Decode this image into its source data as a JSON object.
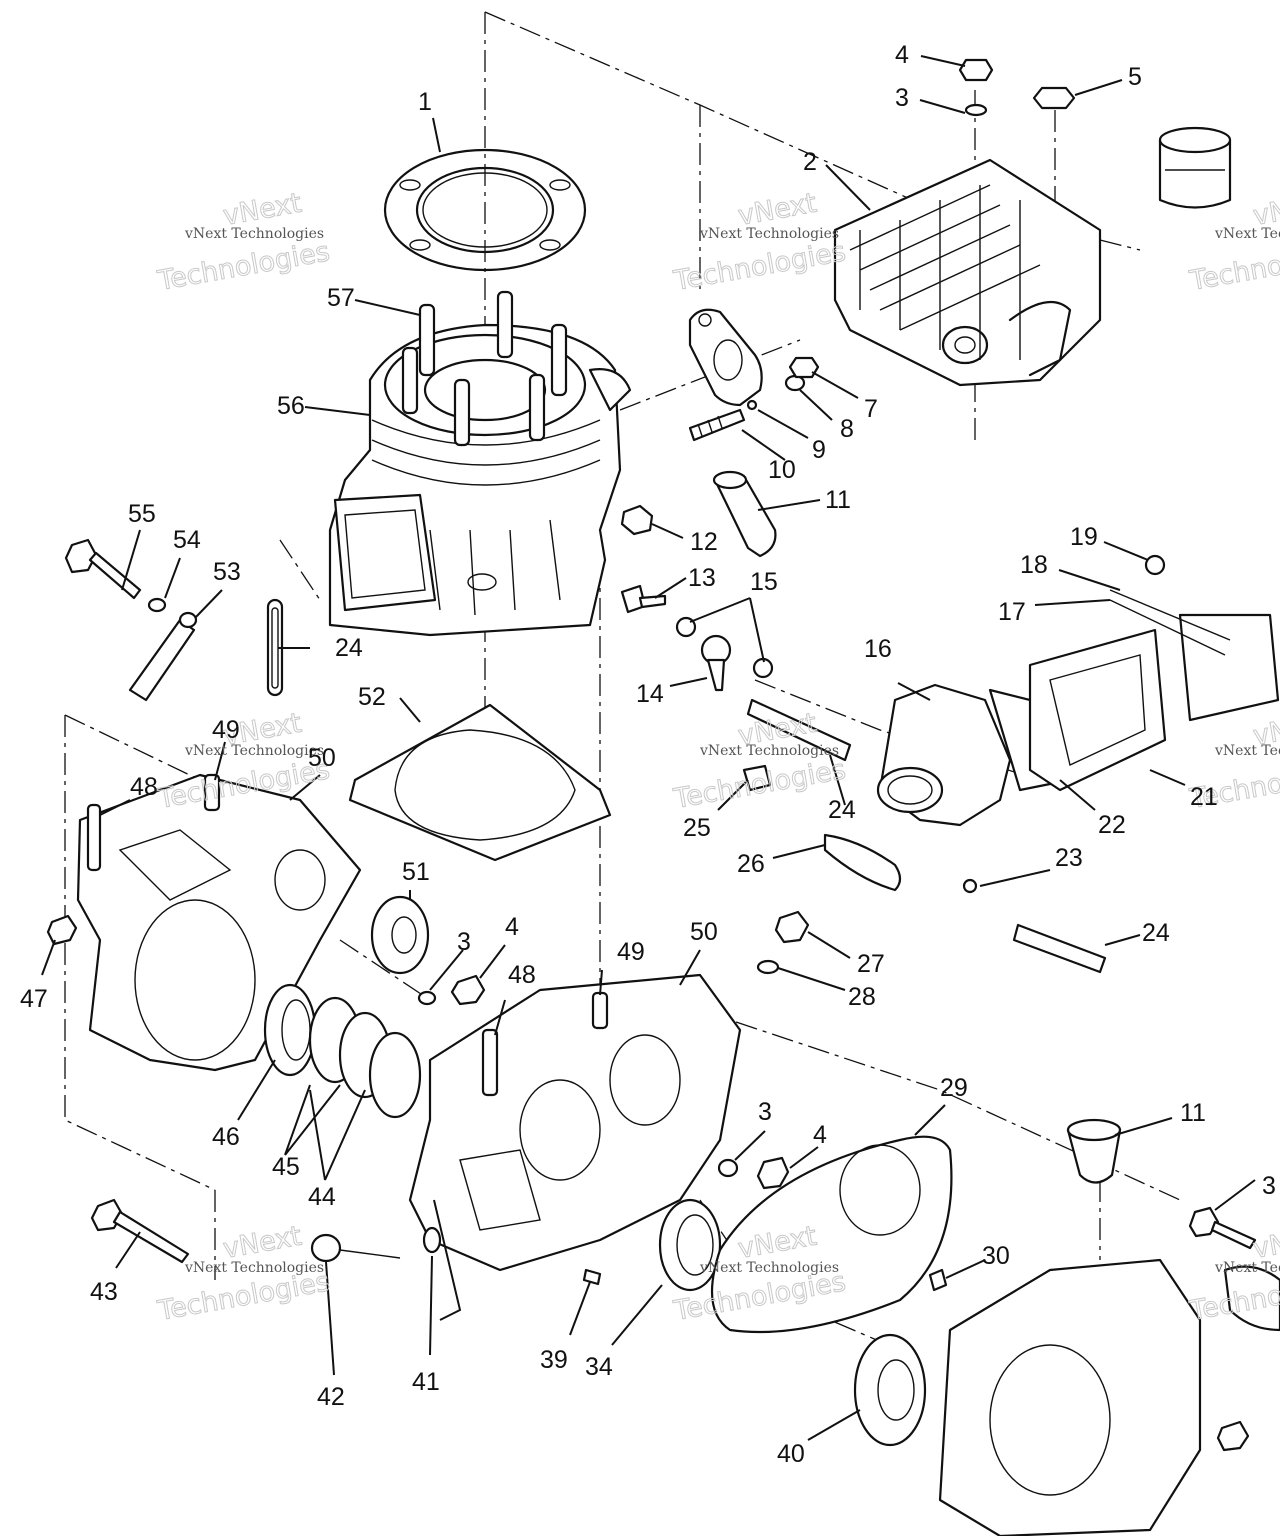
{
  "diagram": {
    "callouts": [
      {
        "id": "c1",
        "text": "1"
      },
      {
        "id": "c2",
        "text": "2"
      },
      {
        "id": "c3a",
        "text": "3"
      },
      {
        "id": "c4a",
        "text": "4"
      },
      {
        "id": "c5",
        "text": "5"
      },
      {
        "id": "c7",
        "text": "7"
      },
      {
        "id": "c8",
        "text": "8"
      },
      {
        "id": "c9",
        "text": "9"
      },
      {
        "id": "c10",
        "text": "10"
      },
      {
        "id": "c11a",
        "text": "11"
      },
      {
        "id": "c12",
        "text": "12"
      },
      {
        "id": "c13",
        "text": "13"
      },
      {
        "id": "c15",
        "text": "15"
      },
      {
        "id": "c14",
        "text": "14"
      },
      {
        "id": "c16",
        "text": "16"
      },
      {
        "id": "c19",
        "text": "19"
      },
      {
        "id": "c18",
        "text": "18"
      },
      {
        "id": "c17",
        "text": "17"
      },
      {
        "id": "c21",
        "text": "21"
      },
      {
        "id": "c22",
        "text": "22"
      },
      {
        "id": "c23",
        "text": "23"
      },
      {
        "id": "c24a",
        "text": "24"
      },
      {
        "id": "c24b",
        "text": "24"
      },
      {
        "id": "c24c",
        "text": "24"
      },
      {
        "id": "c25",
        "text": "25"
      },
      {
        "id": "c26",
        "text": "26"
      },
      {
        "id": "c27",
        "text": "27"
      },
      {
        "id": "c28",
        "text": "28"
      },
      {
        "id": "c29",
        "text": "29"
      },
      {
        "id": "c11b",
        "text": "11"
      },
      {
        "id": "c30",
        "text": "30"
      },
      {
        "id": "c3c",
        "text": "3"
      },
      {
        "id": "c4c",
        "text": "4"
      },
      {
        "id": "c3b",
        "text": "3"
      },
      {
        "id": "c4b",
        "text": "4"
      },
      {
        "id": "c3d",
        "text": "3"
      },
      {
        "id": "c40",
        "text": "40"
      },
      {
        "id": "c34",
        "text": "34"
      },
      {
        "id": "c39",
        "text": "39"
      },
      {
        "id": "c41",
        "text": "41"
      },
      {
        "id": "c42",
        "text": "42"
      },
      {
        "id": "c43",
        "text": "43"
      },
      {
        "id": "c44",
        "text": "44"
      },
      {
        "id": "c45",
        "text": "45"
      },
      {
        "id": "c46",
        "text": "46"
      },
      {
        "id": "c47",
        "text": "47"
      },
      {
        "id": "c48a",
        "text": "48"
      },
      {
        "id": "c48b",
        "text": "48"
      },
      {
        "id": "c49a",
        "text": "49"
      },
      {
        "id": "c49b",
        "text": "49"
      },
      {
        "id": "c50a",
        "text": "50"
      },
      {
        "id": "c50b",
        "text": "50"
      },
      {
        "id": "c51",
        "text": "51"
      },
      {
        "id": "c52",
        "text": "52"
      },
      {
        "id": "c53",
        "text": "53"
      },
      {
        "id": "c54",
        "text": "54"
      },
      {
        "id": "c55",
        "text": "55"
      },
      {
        "id": "c56",
        "text": "56"
      },
      {
        "id": "c57",
        "text": "57"
      }
    ],
    "watermark": {
      "title": "vNext",
      "line": "Technologies",
      "caption": "vNext Technologies"
    }
  }
}
